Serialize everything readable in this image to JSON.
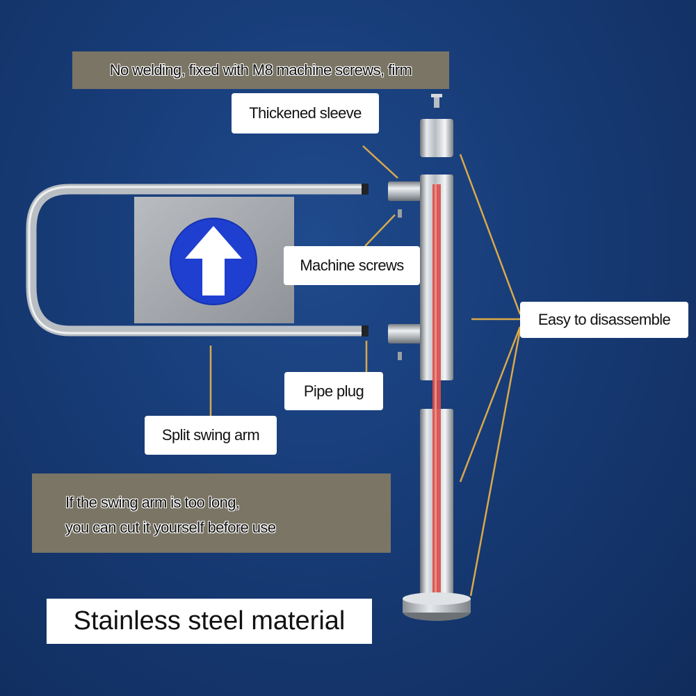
{
  "labels": {
    "top_banner": "No welding, fixed with M8 machine screws, firm",
    "thickened_sleeve": "Thickened sleeve",
    "machine_screws": "Machine screws",
    "easy_disassemble": "Easy to disassemble",
    "pipe_plug": "Pipe plug",
    "split_swing_arm": "Split swing arm",
    "note_line_1": "If the swing arm is too long,",
    "note_line_2": "you can cut it yourself before use",
    "material": "Stainless steel material"
  },
  "colors": {
    "background": "#173b76",
    "label_grey": "#7b7566",
    "leader_line": "#d9a94a",
    "arrow_sign_blue": "#1f3fd0",
    "indicator_red": "#d8504a"
  },
  "icons": {
    "direction_sign": "up-arrow-icon"
  }
}
